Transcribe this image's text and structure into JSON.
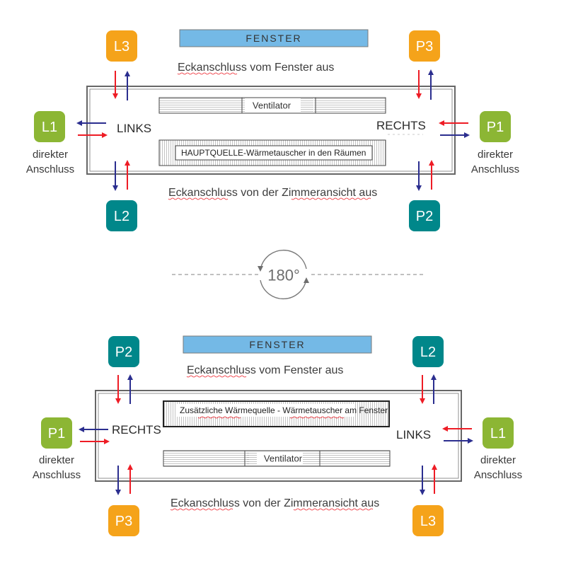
{
  "colors": {
    "hot": "#ee1c25",
    "cold": "#2b2e8f",
    "orange": "#f5a31a",
    "teal": "#00878a",
    "green": "#8cb634",
    "fenster_fill": "#74b9e6",
    "frame": "#666666",
    "spellcheck": "#ee1c25"
  },
  "rotation": {
    "label": "180°"
  },
  "top": {
    "fenster": "FENSTER",
    "caption_top": "Eckanschluss vom Fenster aus",
    "caption_bottom": "Eckanschluss von der Zimmeransicht aus",
    "left_side": "LINKS",
    "right_side": "RECHTS",
    "ventilator": "Ventilator",
    "heat_exchanger": "HAUPTQUELLE-Wärmetauscher in den Räumen",
    "badges": {
      "top_left": "L3",
      "mid_left": "L1",
      "bottom_left": "L2",
      "top_right": "P3",
      "mid_right": "P1",
      "bottom_right": "P2"
    },
    "direct_left": [
      "direkter",
      "Anschluss"
    ],
    "direct_right": [
      "direkter",
      "Anschluss"
    ]
  },
  "bottom": {
    "fenster": "FENSTER",
    "caption_top": "Eckanschluss vom Fenster aus",
    "caption_bottom": "Eckanschluss von der Zimmeransicht aus",
    "left_side": "RECHTS",
    "right_side": "LINKS",
    "ventilator": "Ventilator",
    "heat_exchanger": "Zusätzliche Wärmequelle - Wärmetauscher am Fenster",
    "badges": {
      "top_left": "P2",
      "mid_left": "P1",
      "bottom_left": "P3",
      "top_right": "L2",
      "mid_right": "L1",
      "bottom_right": "L3"
    },
    "direct_left": [
      "direkter",
      "Anschluss"
    ],
    "direct_right": [
      "direkter",
      "Anschluss"
    ]
  }
}
